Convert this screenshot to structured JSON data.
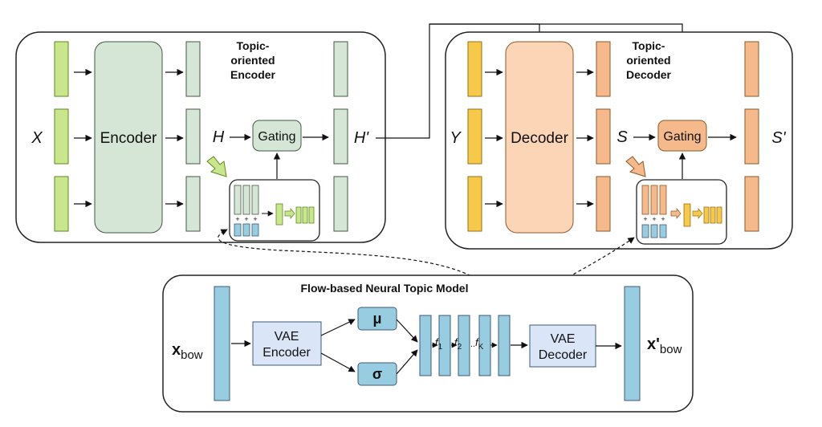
{
  "colors": {
    "green_bar": "#c8e68c",
    "green_bar_stroke": "#5e8a1e",
    "pale_green": "#d6e6d6",
    "pale_green_stroke": "#3f5a3f",
    "yellow_bar": "#f7c94b",
    "yellow_bar_stroke": "#9a7010",
    "orange_pale": "#fbd5b5",
    "orange_bar": "#f6b98b",
    "orange_stroke": "#8a5a2a",
    "blue_bar": "#98cce0",
    "blue_box": "#dbe5f8",
    "blue_stroke": "#3c5a78",
    "panel_stroke": "#222222"
  },
  "encoder_module": {
    "title_line1": "Topic-",
    "title_line2": "oriented",
    "title_line3": "Encoder",
    "input_label": "X",
    "block_label": "Encoder",
    "hidden_label": "H",
    "gating_label": "Gating",
    "output_label": "H'"
  },
  "decoder_module": {
    "title_line1": "Topic-",
    "title_line2": "oriented",
    "title_line3": "Decoder",
    "input_label": "Y",
    "block_label": "Decoder",
    "hidden_label": "S",
    "gating_label": "Gating",
    "output_label": "S'"
  },
  "topic_model": {
    "title": "Flow-based Neural Topic Model",
    "input_main": "x",
    "input_sub": "bow",
    "vae_encoder_line1": "VAE",
    "vae_encoder_line2": "Encoder",
    "mu": "μ",
    "sigma": "σ",
    "flow_f": "f",
    "flow_sub1": "1",
    "flow_sub2": "2",
    "flow_subK": "K",
    "flow_dots": "..",
    "vae_decoder_line1": "VAE",
    "vae_decoder_line2": "Decoder",
    "output_main": "x'",
    "output_sub": "bow"
  }
}
